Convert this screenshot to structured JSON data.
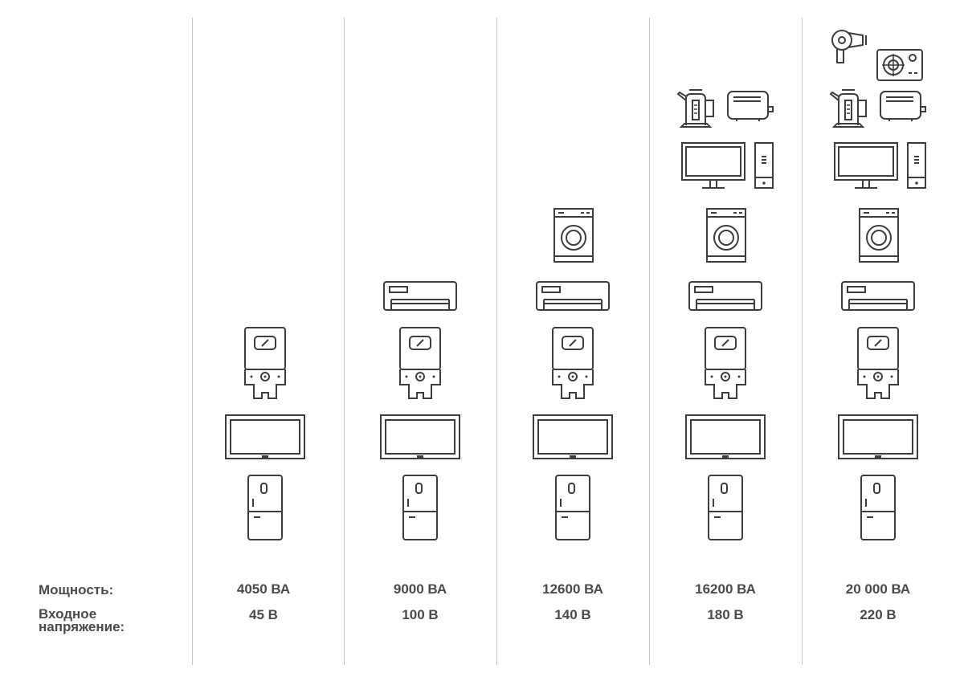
{
  "labels": {
    "power": "Мощность:",
    "voltage_line1": "Входное",
    "voltage_line2": "напряжение:"
  },
  "colors": {
    "icon_stroke": "#3d3d3d",
    "divider": "#c8c8c8",
    "text": "#4a4a4a"
  },
  "columns": [
    {
      "power": "4050 ВА",
      "voltage": "45 В",
      "appliances": [
        "boiler-icon",
        "tv-icon",
        "fridge-icon"
      ]
    },
    {
      "power": "9000 ВА",
      "voltage": "100 В",
      "appliances": [
        "air-conditioner-icon",
        "boiler-icon",
        "tv-icon",
        "fridge-icon"
      ]
    },
    {
      "power": "12600 ВА",
      "voltage": "140 В",
      "appliances": [
        "washing-machine-icon",
        "air-conditioner-icon",
        "boiler-icon",
        "tv-icon",
        "fridge-icon"
      ]
    },
    {
      "power": "16200 ВА",
      "voltage": "180 В",
      "appliances": [
        "kettle-icon",
        "toaster-icon",
        "computer-icon",
        "washing-machine-icon",
        "air-conditioner-icon",
        "boiler-icon",
        "tv-icon",
        "fridge-icon"
      ]
    },
    {
      "power": "20 000 ВА",
      "voltage": "220 В",
      "appliances": [
        "hair-dryer-icon",
        "cooktop-icon",
        "kettle-icon",
        "toaster-icon",
        "computer-icon",
        "washing-machine-icon",
        "air-conditioner-icon",
        "boiler-icon",
        "tv-icon",
        "fridge-icon"
      ]
    }
  ]
}
